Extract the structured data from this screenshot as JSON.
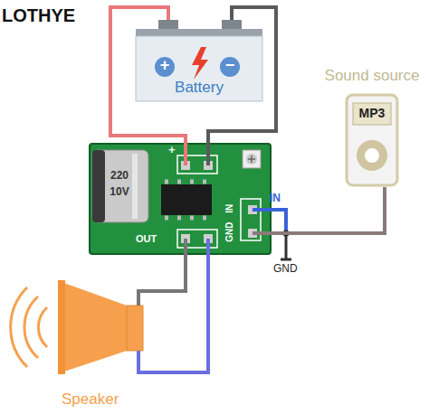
{
  "diagram": {
    "nodes": [
      {
        "text": [
          "+",
          "−",
          "Battery"
        ]
      },
      {
        "text": [
          "Sound source",
          "MP3"
        ]
      },
      {
        "text": [
          "+",
          "IN",
          "GND",
          "OUT"
        ]
      },
      {
        "text": [
          "220",
          "10V"
        ],
        "in": 2
      },
      {
        "text": [
          "Speaker"
        ]
      }
    ],
    "edges": [
      {
        "from": 0,
        "to": 2,
        "arrow": "none"
      },
      {
        "from": 0,
        "to": 2,
        "arrow": "none"
      },
      {
        "from": 1,
        "to": 2,
        "arrow": "none"
      },
      {
        "from": 2,
        "to": 4,
        "arrow": "none"
      },
      {
        "from": 2,
        "to": 4,
        "arrow": "none"
      }
    ],
    "labels": [
      "LOTHYE",
      "IN",
      "GND"
    ]
  }
}
